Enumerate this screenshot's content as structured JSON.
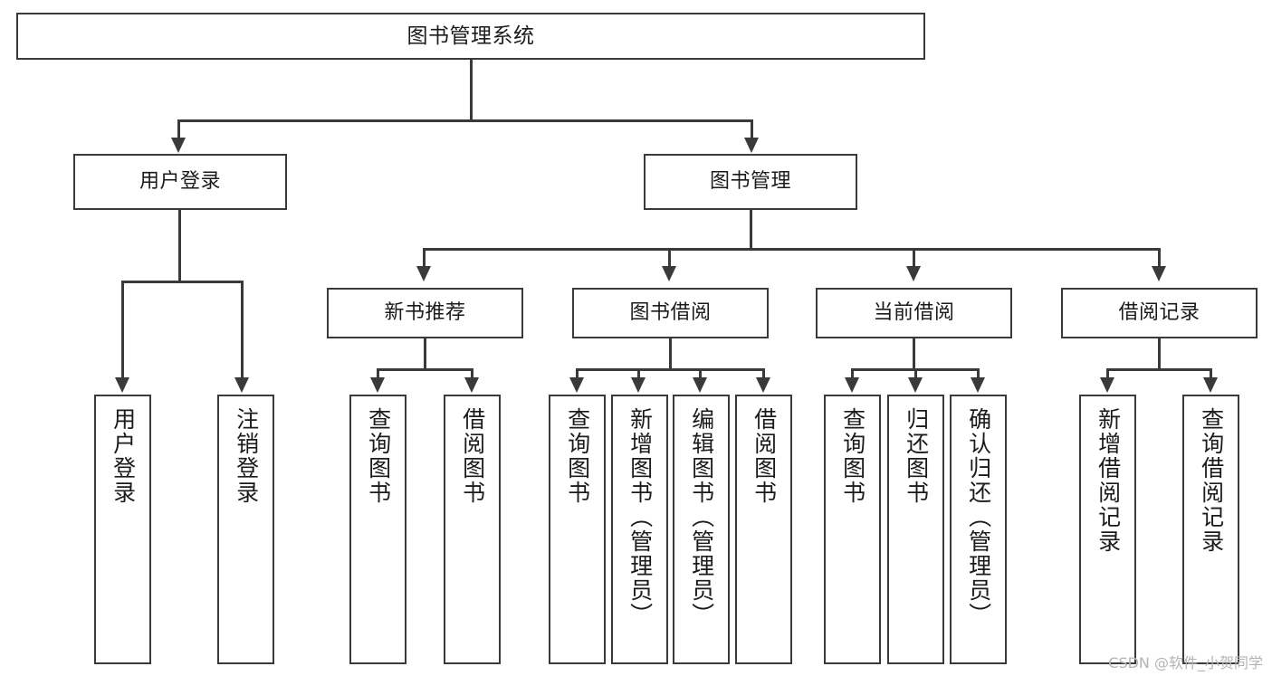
{
  "diagram": {
    "type": "tree-hierarchy-diagram",
    "title": "图书管理系统",
    "watermark": "CSDN @软件_小贺同学",
    "colors": {
      "stroke": "#3a3a3a",
      "fill": "#ffffff",
      "text": "#1b1b1b",
      "watermark": "#b4b4b4",
      "background": "#ffffff"
    },
    "root": {
      "label": "图书管理系统"
    },
    "level2": [
      {
        "label": "用户登录"
      },
      {
        "label": "图书管理"
      }
    ],
    "level3": [
      {
        "label": "新书推荐"
      },
      {
        "label": "图书借阅"
      },
      {
        "label": "当前借阅"
      },
      {
        "label": "借阅记录"
      }
    ],
    "leaves": {
      "user_login": [
        {
          "label": "用户登录"
        },
        {
          "label": "注销登录"
        }
      ],
      "new_book": [
        {
          "label": "查询图书"
        },
        {
          "label": "借阅图书"
        }
      ],
      "book_borrow": [
        {
          "label": "查询图书"
        },
        {
          "label": "新增图书（管理员）"
        },
        {
          "label": "编辑图书（管理员）"
        },
        {
          "label": "借阅图书"
        }
      ],
      "current_borrow": [
        {
          "label": "查询图书"
        },
        {
          "label": "归还图书"
        },
        {
          "label": "确认归还（管理员）"
        }
      ],
      "borrow_record": [
        {
          "label": "新增借阅记录"
        },
        {
          "label": "查询借阅记录"
        }
      ]
    }
  }
}
